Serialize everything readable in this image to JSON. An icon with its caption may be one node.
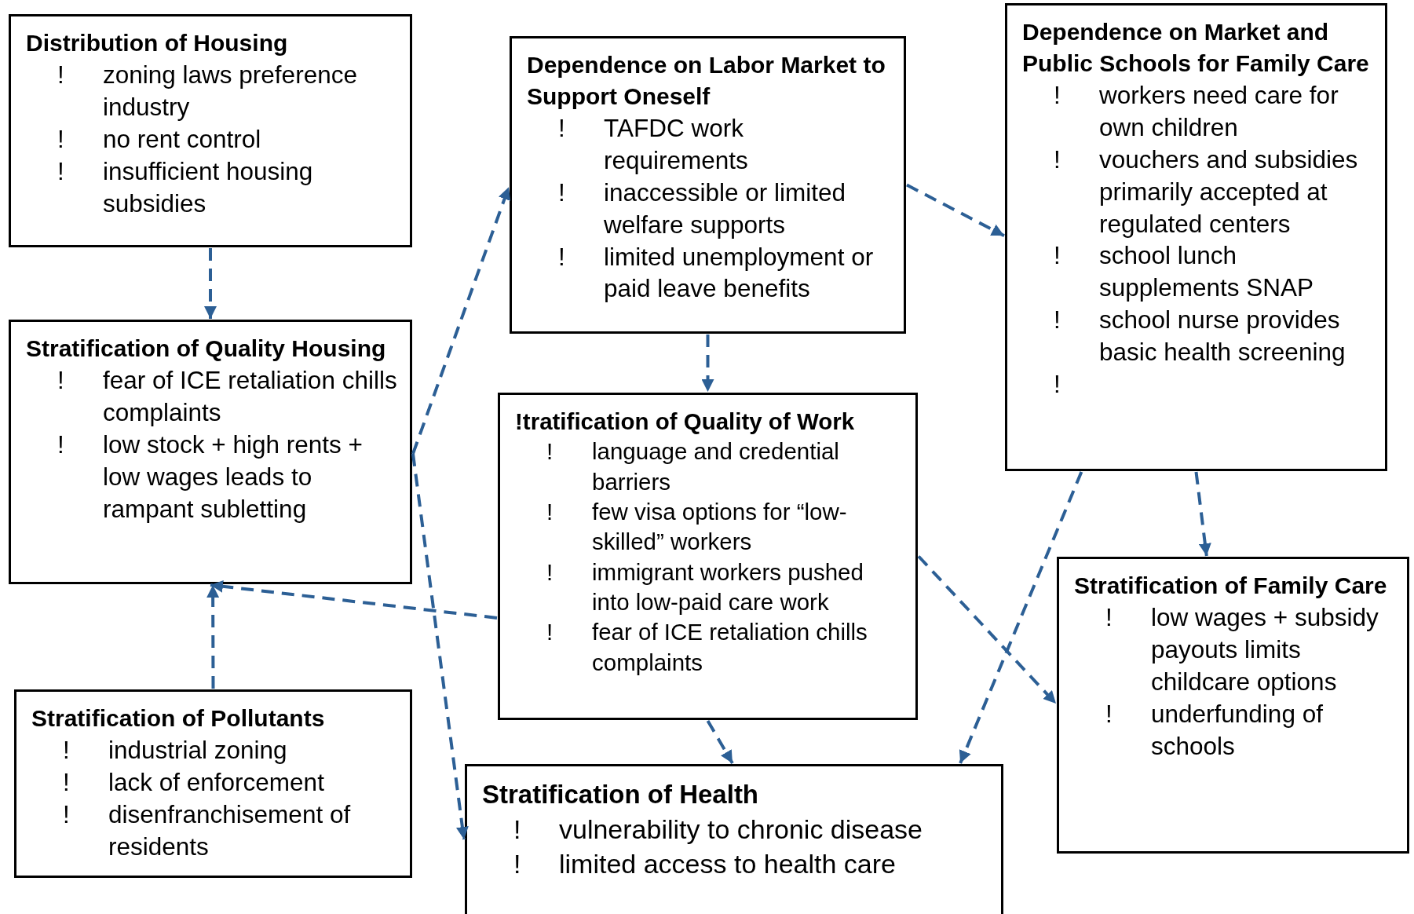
{
  "diagram": {
    "nodes": [
      {
        "text": [
          "Distribution of Housing",
          "! zoning laws preference industry",
          "! no rent control",
          "! insufficient housing subsidies"
        ]
      },
      {
        "text": [
          "Dependence on Labor Market to Support Oneself",
          "! TAFDC work requirements",
          "! inaccessible or limited welfare supports",
          "! limited unemployment or paid leave benefits"
        ]
      },
      {
        "text": [
          "Dependence on Market and Public Schools for Family Care",
          "! workers need care for own children",
          "! vouchers and subsidies primarily accepted at regulated centers",
          "! school lunch supplements SNAP",
          "! school nurse provides basic health screening",
          "!"
        ]
      },
      {
        "text": [
          "Stratification of Quality Housing",
          "! fear of ICE retaliation chills complaints",
          "! low stock + high rents + low wages leads to rampant subletting"
        ]
      },
      {
        "text": [
          "!tratification of Quality of Work",
          "! language and credential barriers",
          "! few visa options for “low-skilled” workers",
          "! immigrant workers pushed into low-paid care work",
          "! fear of ICE retaliation chills complaints"
        ]
      },
      {
        "text": [
          "Stratification of Family Care",
          "! low wages + subsidy payouts limits childcare options",
          "! underfunding of schools"
        ]
      },
      {
        "text": [
          "Stratification of Pollutants",
          "! industrial zoning",
          "! lack of enforcement",
          "! disenfranchisement of residents"
        ]
      },
      {
        "text": [
          "Stratification of Health",
          "! vulnerability to chronic disease",
          "! limited access to health care"
        ]
      }
    ],
    "edges": [
      {
        "from": 0,
        "to": 3,
        "arrow": "to",
        "style": "dashed"
      },
      {
        "from": 3,
        "to": 1,
        "arrow": "to",
        "style": "dashed"
      },
      {
        "from": 3,
        "to": 7,
        "arrow": "to",
        "style": "dashed"
      },
      {
        "from": 1,
        "to": 2,
        "arrow": "to",
        "style": "dashed"
      },
      {
        "from": 1,
        "to": 4,
        "arrow": "to",
        "style": "dashed"
      },
      {
        "from": 4,
        "to": 3,
        "arrow": "to",
        "style": "dashed"
      },
      {
        "from": 6,
        "to": 3,
        "arrow": "to",
        "style": "dashed"
      },
      {
        "from": 4,
        "to": 7,
        "arrow": "to",
        "style": "dashed"
      },
      {
        "from": 4,
        "to": 5,
        "arrow": "to",
        "style": "dashed"
      },
      {
        "from": 2,
        "to": 5,
        "arrow": "to",
        "style": "dashed"
      },
      {
        "from": 2,
        "to": 7,
        "arrow": "to",
        "style": "dashed"
      }
    ]
  }
}
